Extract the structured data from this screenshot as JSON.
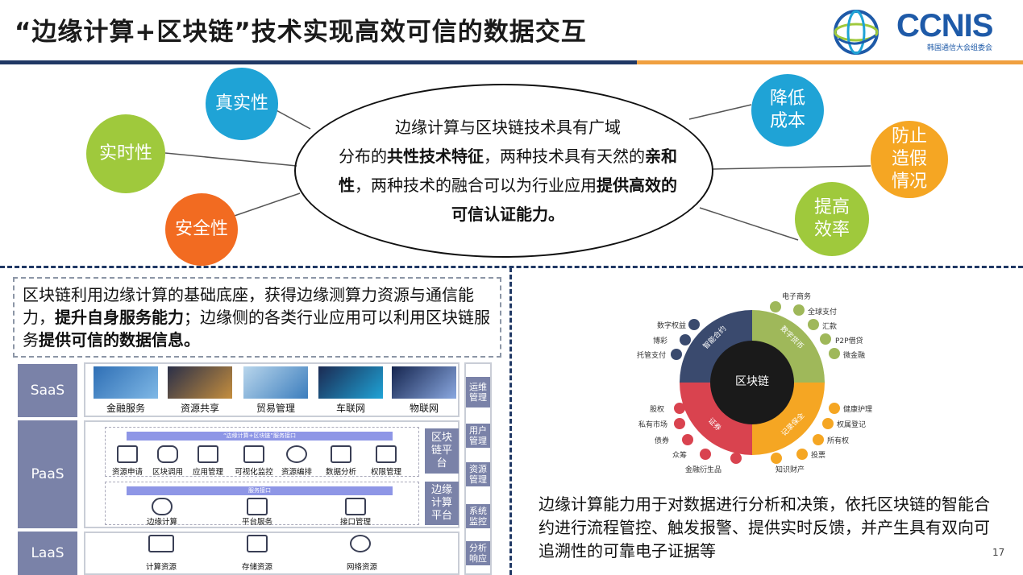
{
  "header": {
    "title": "“边缘计算+区块链”技术实现高效可信的数据交互",
    "logo_text": "CCNIS",
    "logo_sub": "韩国通信大会组委会"
  },
  "colors": {
    "blue": "#1fa3d6",
    "green": "#9fc93c",
    "orange": "#f26b21",
    "navy": "#203864"
  },
  "bubbles": {
    "left": [
      "真实性",
      "实时性",
      "安全性"
    ],
    "right": [
      "降低成本",
      "防止造假情况",
      "提高效率"
    ]
  },
  "ellipse": {
    "line1": "边缘计算与区块链技术具有广域",
    "line2_a": "分布的",
    "line2_b": "共性技术特征",
    "line2_c": "，两种技术具有天然的",
    "line2_d": "亲和",
    "line3_a": "性",
    "line3_b": "，两种技术的融合可以为行业应用",
    "line3_c": "提供高效的",
    "line4": "可信认证能力。"
  },
  "left_box": {
    "p1": "区块链利用边缘计算的基础底座，获得边缘测算力资源与通信能力，",
    "p2": "提升自身服务能力",
    "p3": "；边缘侧的各类行业应用可以利用区块链服务",
    "p4": "提供可信的数据信息。"
  },
  "layers": {
    "saas": "SaaS",
    "paas": "PaaS",
    "laas": "LaaS"
  },
  "saas_apps": [
    "金融服务",
    "资源共享",
    "贸易管理",
    "车联网",
    "物联网"
  ],
  "paas_top_bar": "“边缘计算+区块链”服务接口",
  "paas_top_icons": [
    "资源申请",
    "区块调用",
    "应用管理",
    "可视化监控",
    "资源编排",
    "数据分析",
    "权限管理"
  ],
  "paas_bottom_bar": "服务接口",
  "paas_bottom_icons": [
    "边缘计算",
    "平台服务",
    "接口管理"
  ],
  "platforms": [
    "区块链平台",
    "边缘计算平台"
  ],
  "laas_icons": [
    "计算资源",
    "存储资源",
    "网络资源"
  ],
  "side": [
    "运维管理",
    "用户管理",
    "资源管理",
    "系统监控",
    "分析响应"
  ],
  "ring": {
    "center": "区块链",
    "seg_smart": "智能合约",
    "seg_digital": "数字货币",
    "seg_cert": "记录保全",
    "seg_proof": "证券",
    "labels_tl": [
      "数字权益",
      "博彩",
      "托管支付"
    ],
    "labels_tr": [
      "电子商务",
      "全球支付",
      "汇款",
      "P2P借贷",
      "微金融"
    ],
    "labels_br": [
      "健康护理",
      "权属登记",
      "所有权",
      "投票",
      "知识财产"
    ],
    "labels_bl": [
      "股权",
      "私有市场",
      "债券",
      "众筹",
      "金融衍生品"
    ]
  },
  "bottom_text": "边缘计算能力用于对数据进行分析和决策，依托区块链的智能合约进行流程管控、触发报警、提供实时反馈，并产生具有双向可追溯性的可靠电子证据等",
  "page_number": "17"
}
